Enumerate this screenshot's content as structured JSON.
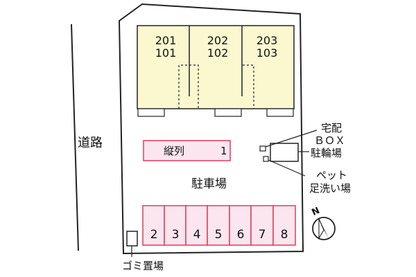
{
  "road_label": "道路",
  "units": [
    {
      "upper": "201",
      "lower": "101"
    },
    {
      "upper": "202",
      "lower": "102"
    },
    {
      "upper": "203",
      "lower": "103"
    }
  ],
  "tandem_parking": {
    "label": "縦列",
    "number": "1"
  },
  "parking_lot_label": "駐車場",
  "parking_spaces": [
    "2",
    "3",
    "4",
    "5",
    "6",
    "7",
    "8"
  ],
  "delivery_box_label_1": "宅配",
  "delivery_box_label_2": "ＢＯＸ",
  "bicycle_parking_label": "駐輪場",
  "pet_wash_label_1": "ペット",
  "pet_wash_label_2": "足洗い場",
  "garbage_label": "ゴミ置場",
  "compass_label": "N",
  "colors": {
    "building_fill": "#fbf8cf",
    "parking_fill": "#fbe6ef",
    "parking_stroke": "#e13a5a",
    "outline": "#222222"
  }
}
